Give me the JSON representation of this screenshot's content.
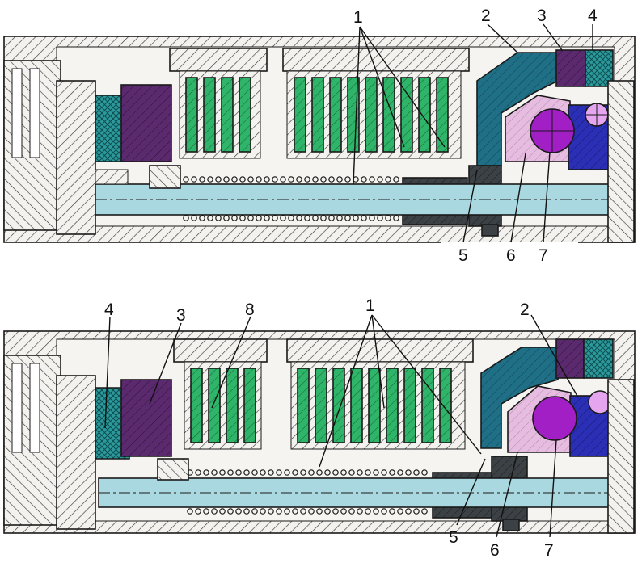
{
  "figure": {
    "top_view": {
      "labels": [
        "1",
        "2",
        "3",
        "4",
        "5",
        "6",
        "7"
      ]
    },
    "bottom_view": {
      "labels": [
        "4",
        "3",
        "8",
        "1",
        "2",
        "5",
        "6",
        "7"
      ]
    }
  },
  "colors": {
    "hatch": "#3a3a3a",
    "friction_disc_green": "#2fb56a",
    "seal_teal": "#2a9a9c",
    "piston_purple": "#5b2a6e",
    "hub_teal": "#1f6f86",
    "cage_pink": "#e6bde0",
    "ball_magenta": "#a21fc6",
    "ball_small_pink": "#e6a6ef",
    "blue_block": "#2a2fb6",
    "shaft_light_blue": "#a9d8e0",
    "dark_part": "#3b4145"
  }
}
